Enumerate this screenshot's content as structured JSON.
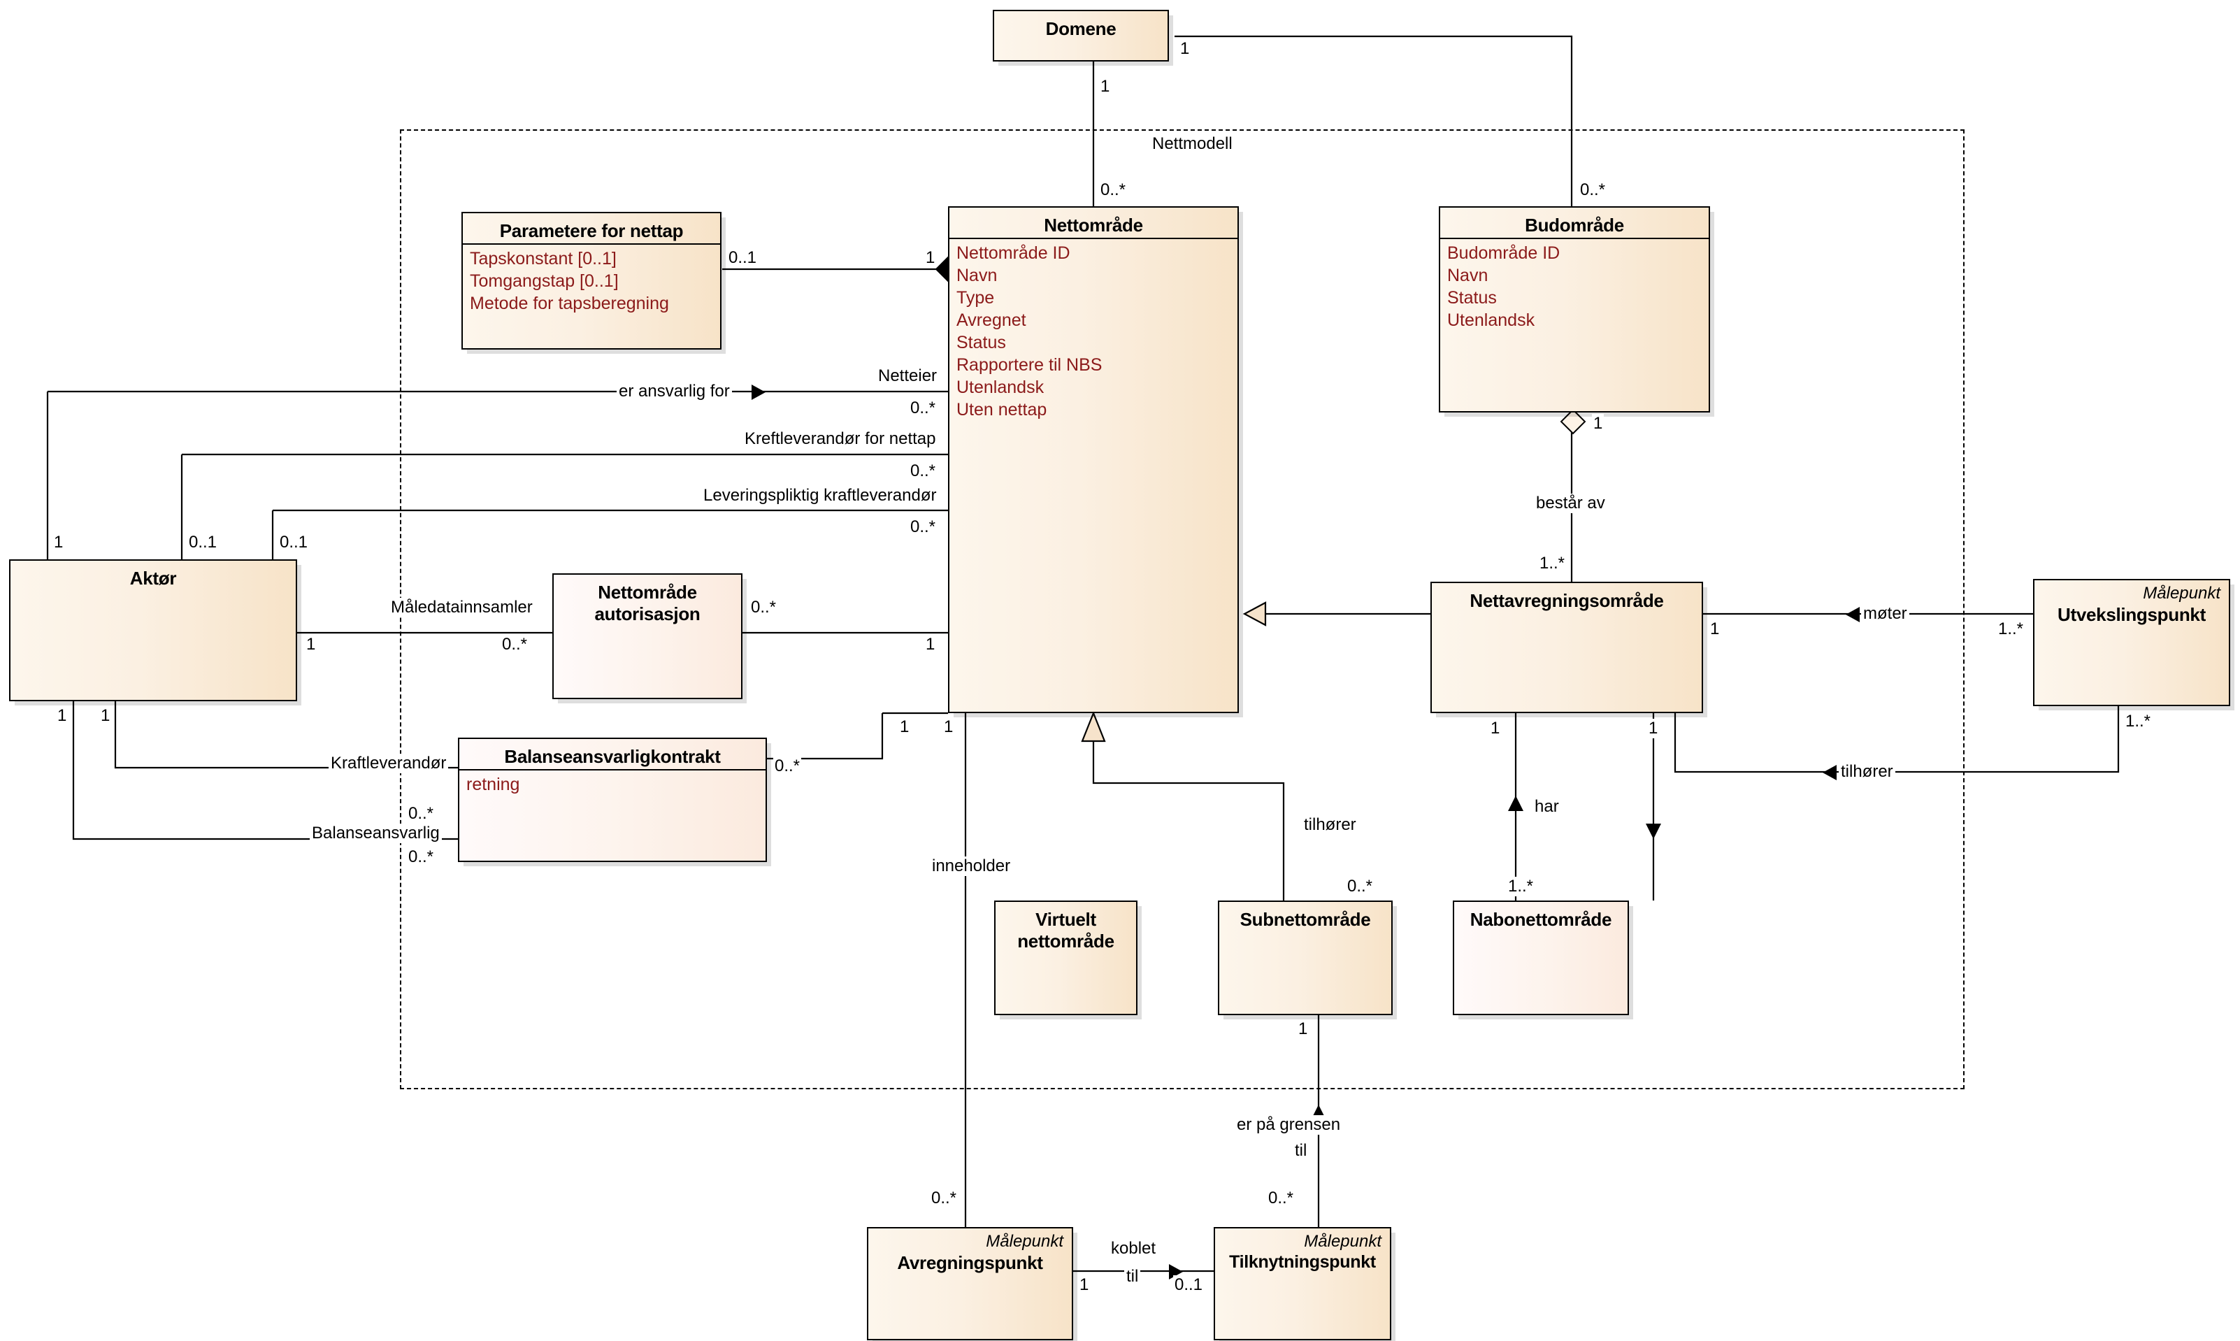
{
  "diagram": {
    "title": "Nettmodell",
    "package_label": "Nettmodell"
  },
  "colors": {
    "box_fill_light": "#fdf6ec",
    "box_fill_dark": "#f7e3c8",
    "attribute_text": "#8b1a1a",
    "line": "#000000"
  },
  "classes": {
    "domene": {
      "name": "Domene",
      "stereotype": "",
      "attributes": []
    },
    "parametere_for_nettap": {
      "name": "Parametere for nettap",
      "stereotype": "",
      "attributes": [
        "Tapskonstant [0..1]",
        "Tomgangstap [0..1]",
        "Metode for tapsberegning"
      ]
    },
    "nettomrade": {
      "name": "Nettområde",
      "stereotype": "",
      "attributes": [
        "Nettområde ID",
        "Navn",
        "Type",
        "Avregnet",
        "Status",
        "Rapportere til NBS",
        "Utenlandsk",
        "Uten nettap"
      ]
    },
    "budomrade": {
      "name": "Budområde",
      "stereotype": "",
      "attributes": [
        "Budområde ID",
        "Navn",
        "Status",
        "Utenlandsk"
      ]
    },
    "aktor": {
      "name": "Aktør",
      "stereotype": "",
      "attributes": []
    },
    "nettomrade_autorisasjon": {
      "name_line1": "Nettområde",
      "name_line2": "autorisasjon",
      "stereotype": "",
      "attributes": []
    },
    "balanseansvarligkontrakt": {
      "name": "Balanseansvarligkontrakt",
      "stereotype": "",
      "attributes": [
        "retning"
      ]
    },
    "nettavregningsomrade": {
      "name": "Nettavregningsområde",
      "stereotype": "",
      "attributes": []
    },
    "utvekslingspunkt": {
      "name": "Utvekslingspunkt",
      "stereotype": "Målepunkt",
      "attributes": []
    },
    "virtuelt_nettomrade": {
      "name_line1": "Virtuelt",
      "name_line2": "nettområde",
      "stereotype": "",
      "attributes": []
    },
    "subnettomrade": {
      "name": "Subnettområde",
      "stereotype": "",
      "attributes": []
    },
    "nabonettomrade": {
      "name": "Nabonettområde",
      "stereotype": "",
      "attributes": []
    },
    "avregningspunkt": {
      "name": "Avregningspunkt",
      "stereotype": "Målepunkt",
      "attributes": []
    },
    "tilknytningspunkt": {
      "name": "Tilknytningspunkt",
      "stereotype": "Målepunkt",
      "attributes": []
    }
  },
  "association_labels": {
    "nettmodell": "Nettmodell",
    "netteier": "Netteier",
    "er_ansvarlig_for": "er ansvarlig for",
    "kraftleverandor_for_nettap": "Kreftleverandør for nettap",
    "leveringspliktig_kraftleverandor": "Leveringspliktig kraftleverandør",
    "maledatainnsamler": "Måledatainnsamler",
    "kraftleverandor": "Kraftleverandør",
    "balanseansvarlig": "Balanseansvarlig",
    "bestar_av": "består av",
    "inneholder": "inneholder",
    "tilhorer": "tilhører",
    "har": "har",
    "moter": "møter",
    "tilhorer2": "tilhører",
    "er_pa_grensen_til_1": "er på grensen",
    "er_pa_grensen_til_2": "til",
    "koblet_1": "koblet",
    "koblet_2": "til"
  },
  "multiplicities": {
    "domene_right_1": "1",
    "domene_bottom_1": "1",
    "nettomrade_top": "0..*",
    "budomrade_top": "0..*",
    "param_right": "0..1",
    "nettomrade_left_1": "1",
    "netteier_mult": "0..*",
    "kraftlev_nettap_mult": "0..*",
    "leveringspliktig_mult": "0..*",
    "aktor_top_1": "1",
    "aktor_top_2": "0..1",
    "aktor_top_3": "0..1",
    "aktor_right_1": "1",
    "autorisasjon_left": "0..*",
    "autorisasjon_right": "0..*",
    "nettomrade_left_autor": "1",
    "aktor_bottom_1": "1",
    "aktor_bottom_2": "1",
    "balanse_right": "0..*",
    "balanse_left_kraftlev": "0..*",
    "balanse_left_balanseansv": "0..*",
    "nettomrade_left_balanse": "1",
    "budomrade_bottom_1": "1",
    "nettavregning_top": "1..*",
    "nettavregning_right_1": "1",
    "utveksling_left": "1..*",
    "utveksling_bottom": "1..*",
    "nettavregning_bottom_1": "1",
    "nettavregning_bottom_2": "1",
    "nettomrade_bottom_1": "1",
    "subnett_top": "0..*",
    "nabonett_top": "1..*",
    "subnett_bottom": "1",
    "tilknytning_top": "0..*",
    "avregning_top": "0..*",
    "avregning_right": "1",
    "tilknytning_left": "0..1"
  }
}
